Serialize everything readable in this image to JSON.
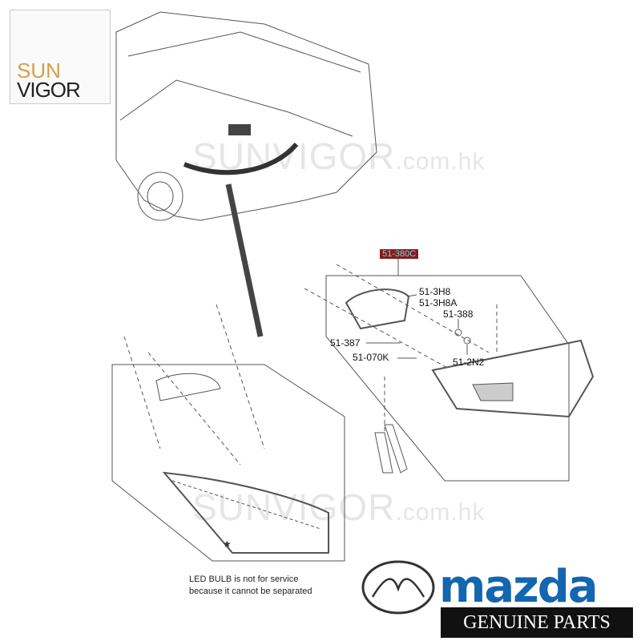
{
  "watermark": {
    "brand": "SUNVIGOR",
    "domain": ".com.hk"
  },
  "logo": {
    "sun": "SUN",
    "vigor": "VIGOR"
  },
  "parts": {
    "assembly": "51-380C",
    "p1": "51-3H8",
    "p2": "51-3H8A",
    "p3": "51-388",
    "p4": "51-387",
    "p5": "51-070K",
    "p6": "51-2N2"
  },
  "note": {
    "line1": "LED BULB is not for service",
    "line2": "because it cannot be separated"
  },
  "brand": {
    "name": "mazda",
    "tagline": "GENUINE PARTS",
    "color": "#1366b0"
  }
}
